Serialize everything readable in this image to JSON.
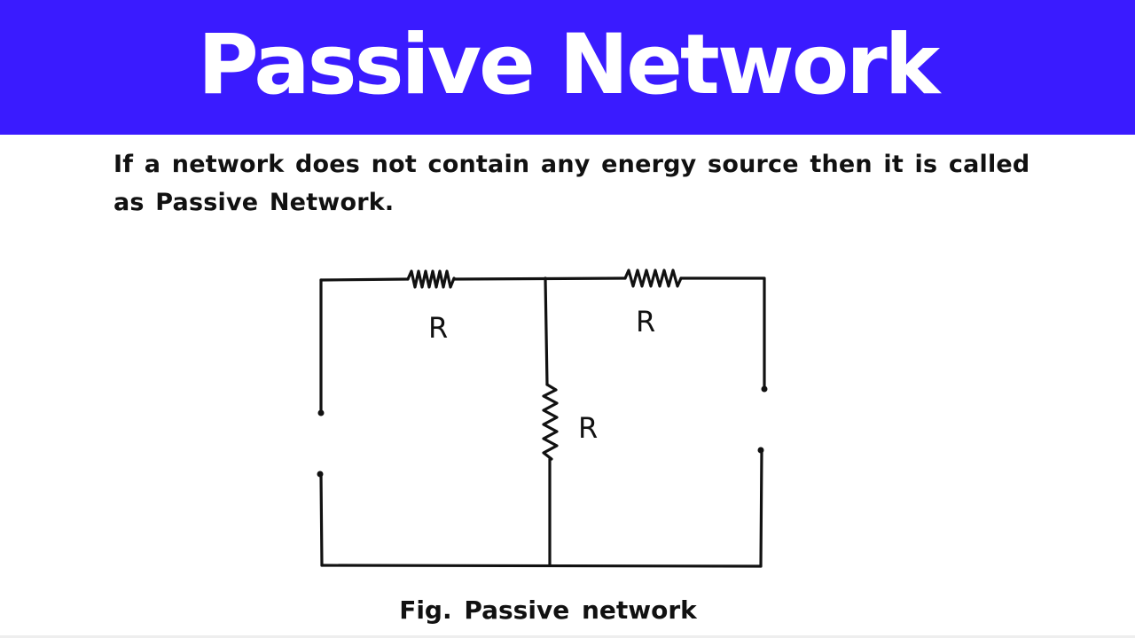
{
  "header": {
    "title": "Passive Network",
    "background_color": "#3a1bff",
    "text_color": "#ffffff"
  },
  "definition": {
    "text": "If a network does not contain any energy source then it is called as Passive Network."
  },
  "circuit": {
    "components": [
      {
        "id": "r-top-left",
        "type": "resistor",
        "orientation": "horizontal",
        "label": "R"
      },
      {
        "id": "r-top-right",
        "type": "resistor",
        "orientation": "horizontal",
        "label": "R"
      },
      {
        "id": "r-middle",
        "type": "resistor",
        "orientation": "vertical",
        "label": "R"
      }
    ],
    "terminals": [
      {
        "id": "left-input",
        "pair": 2
      },
      {
        "id": "right-output",
        "pair": 2
      }
    ]
  },
  "caption": {
    "text": "Fig. Passive network"
  }
}
